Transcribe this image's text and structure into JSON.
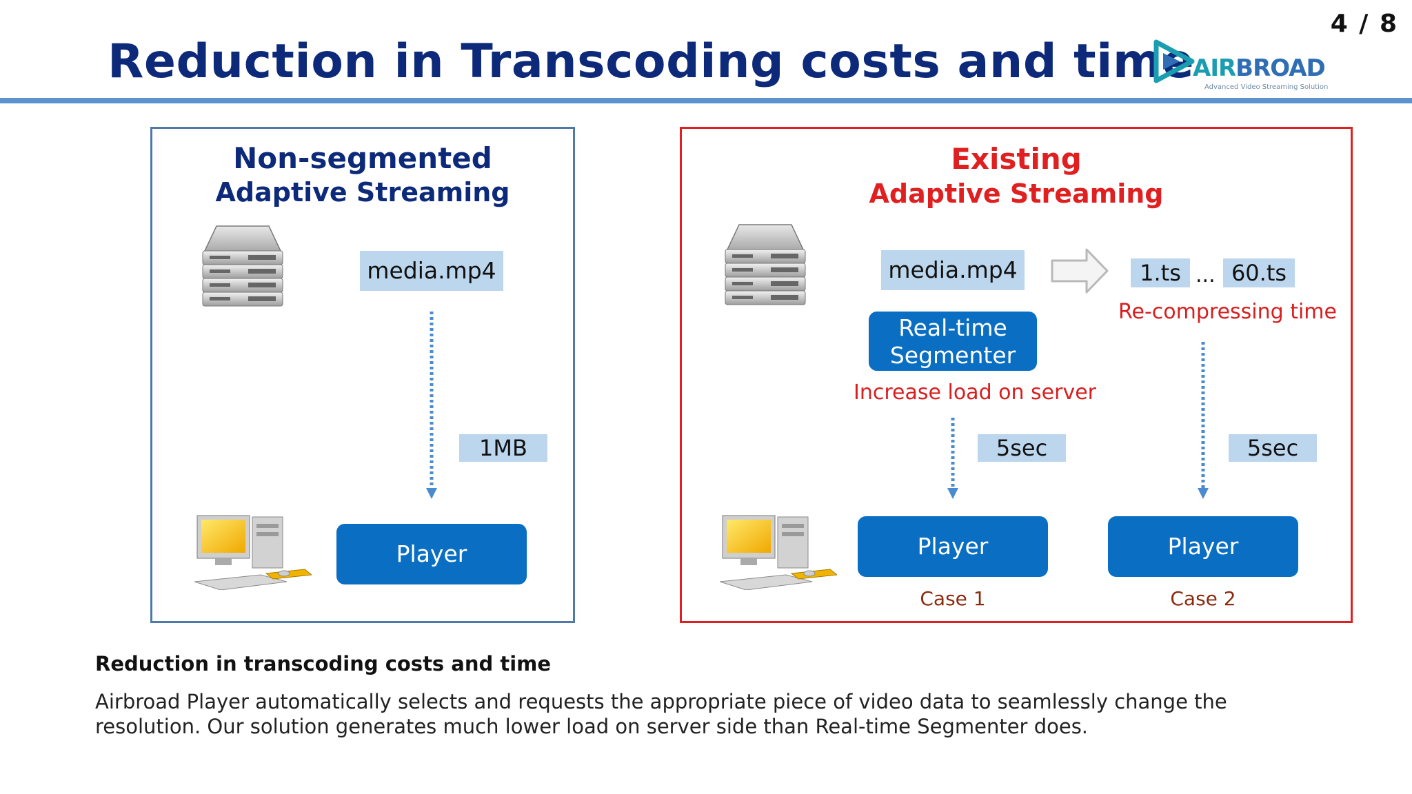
{
  "page_number": "4 / 8",
  "title": "Reduction in Transcoding costs and time",
  "logo": {
    "name": "AIRBROAD",
    "name_part1": "AIR",
    "name_part2": "BROAD",
    "tagline": "Advanced Video Streaming Solution"
  },
  "left_panel": {
    "title_line1": "Non-segmented",
    "title_line2": "Adaptive Streaming",
    "file": "media.mp4",
    "size": "1MB",
    "player": "Player"
  },
  "right_panel": {
    "title_line1": "Existing",
    "title_line2": "Adaptive Streaming",
    "file": "media.mp4",
    "segment_first": "1.ts",
    "ellipsis": "...",
    "segment_last": "60.ts",
    "recompress_note": "Re-compressing time",
    "segmenter_line1": "Real-time",
    "segmenter_line2": "Segmenter",
    "load_note": "Increase load on server",
    "case1": {
      "duration": "5sec",
      "player": "Player",
      "label": "Case 1"
    },
    "case2": {
      "duration": "5sec",
      "player": "Player",
      "label": "Case 2"
    }
  },
  "description": {
    "heading": "Reduction in transcoding costs and time",
    "body": "Airbroad Player automatically selects and requests the appropriate piece of video data to seamlessly change the resolution. Our solution generates much lower load on server side than Real-time Segmenter does."
  },
  "colors": {
    "title": "#0d2a7a",
    "rule": "#5b93cf",
    "accent_red": "#e02020",
    "note_red": "#d81e1e",
    "case_label": "#8b2a0e",
    "chip": "#bcd6ee",
    "button": "#0a6fc2",
    "arrow": "#4a8bd0"
  }
}
